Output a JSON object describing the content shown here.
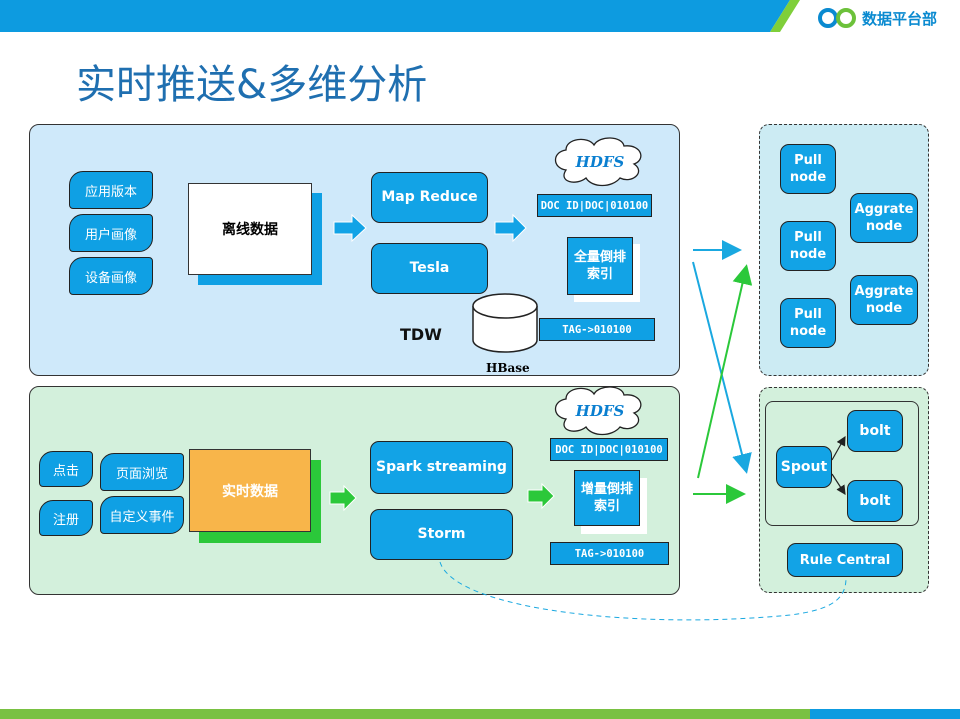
{
  "header": {
    "logo_text": "数据平台部",
    "title": "实时推送&多维分析"
  },
  "offline": {
    "tags": [
      "应用版本",
      "用户画像",
      "设备画像"
    ],
    "data_box": "离线数据",
    "map_reduce": "Map Reduce",
    "tesla": "Tesla",
    "hdfs": "HDFS",
    "doc_strip": "DOC ID|DOC|010100",
    "index_box": "全量倒排\n索引",
    "tag_strip": "TAG->010100",
    "tdw": "TDW",
    "hbase": "HBase"
  },
  "realtime": {
    "tags": [
      "点击",
      "页面浏览",
      "注册",
      "自定义事件"
    ],
    "data_box": "实时数据",
    "spark": "Spark streaming",
    "storm": "Storm",
    "hdfs": "HDFS",
    "doc_strip": "DOC ID|DOC|010100",
    "index_box": "增量倒排\n索引",
    "tag_strip": "TAG->010100"
  },
  "right_top": {
    "pull_nodes": [
      "Pull\nnode",
      "Pull\nnode",
      "Pull\nnode"
    ],
    "aggr_nodes": [
      "Aggrate\nnode",
      "Aggrate\nnode"
    ]
  },
  "right_bottom": {
    "spout": "Spout",
    "bolts": [
      "bolt",
      "bolt"
    ],
    "rule_central": "Rule Central"
  },
  "colors": {
    "blue_fill": "#12a3e6",
    "offline_bg": "#cfe9fa",
    "realtime_bg": "#d3f0dc",
    "orange": "#f8b54a",
    "green_arrow": "#2bc83a",
    "cyan_arrow": "#1aa8e0"
  }
}
